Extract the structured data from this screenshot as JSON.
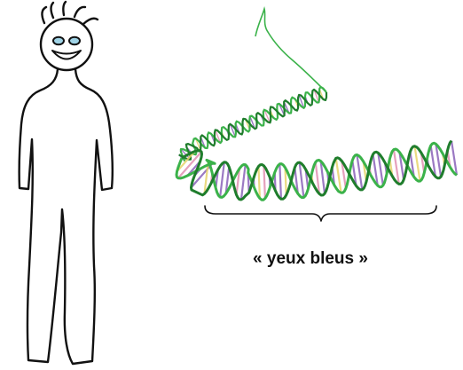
{
  "annotation": {
    "label": "« yeux bleus »"
  },
  "figures": {
    "person": "stick-figure-person",
    "dna": "dna-double-helix"
  },
  "colors": {
    "outline": "#111111",
    "eyes": "#9fd3e6",
    "backbone": "#3bb24a",
    "backbone_dark": "#1f7d2c",
    "rung_purple": "#8a62b8",
    "rung_yellow": "#e6d36b",
    "rung_pink": "#e08fb0"
  }
}
